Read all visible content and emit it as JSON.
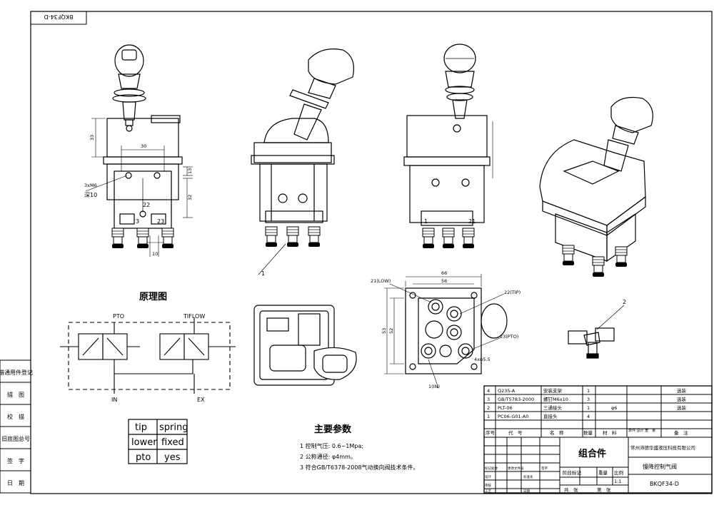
{
  "drawing_code_flipped": "BKQF34-D",
  "side_strip": [
    "借通用件登记",
    "描　图",
    "校　描",
    "旧底图总号",
    "签　字",
    "日　期"
  ],
  "dims": {
    "d30": "30",
    "d33a": "33",
    "d53": "53",
    "d32": "32",
    "d13": "13",
    "d10": "10",
    "thread": "3xM6",
    "depth": "深10",
    "d66": "66",
    "d56": "56",
    "d52": "52",
    "d53b": "53",
    "holes": "4xφ5.5",
    "s3": "3",
    "s22": "22",
    "s23": "23",
    "s1": "1",
    "s21": "21"
  },
  "port_labels": {
    "p21": "21(LOW)",
    "p22": "22(TIP)",
    "p23": "23(PTO)",
    "p1": "1(IN)"
  },
  "callouts": {
    "c1": "1",
    "c2": "2"
  },
  "schematic": {
    "title": "原理图",
    "pto": "PTO",
    "tiflow": "TIFLOW",
    "in": "IN",
    "ex": "EX"
  },
  "status_table": [
    [
      "tip",
      "spring"
    ],
    [
      "lower",
      "fixed"
    ],
    [
      "pto",
      "yes"
    ]
  ],
  "params": {
    "title": "主要参数",
    "lines": [
      "1 控制气压: 0.6~1Mpa;",
      "2 公称通径: φ4mm。",
      "3 符合GB/T6378-2008气动换向阀技术条件。"
    ]
  },
  "bom": {
    "rows": [
      {
        "no": "4",
        "code": "Q235-A",
        "name": "安装支架",
        "qty": "1",
        "mat": "",
        "note": "选装"
      },
      {
        "no": "3",
        "code": "GB/T5783-2000",
        "name": "螺钉M6x10",
        "qty": "3",
        "mat": "",
        "note": "选装"
      },
      {
        "no": "2",
        "code": "PLT-06",
        "name": "三通接头",
        "qty": "1",
        "mat": "φ6",
        "note": "选装"
      },
      {
        "no": "1",
        "code": "PC06-G01-A0",
        "name": "直接头",
        "qty": "4",
        "mat": "",
        "note": ""
      }
    ],
    "header": {
      "no": "序号",
      "code": "代　号",
      "name": "名　称",
      "qty": "数量",
      "mat": "材　料",
      "unit": "单件 总计 重　量",
      "note": "备　注"
    }
  },
  "title_block": {
    "assembly": "组合件",
    "company": "常州沛德华盛液压科技有限公司",
    "product": "慢降控制气阀",
    "code": "BKQF34-D",
    "scale": "1:1",
    "stage": "阶段标记",
    "weight": "重量",
    "ratio": "比例",
    "designer": "设计",
    "check": "审核",
    "date": "日期",
    "std": "标准化",
    "process": "工艺",
    "approve": "批准",
    "sheets": "共　张",
    "sheet": "第　张",
    "change": "标记处数",
    "change2": "更改文件号",
    "sign": "签字"
  }
}
